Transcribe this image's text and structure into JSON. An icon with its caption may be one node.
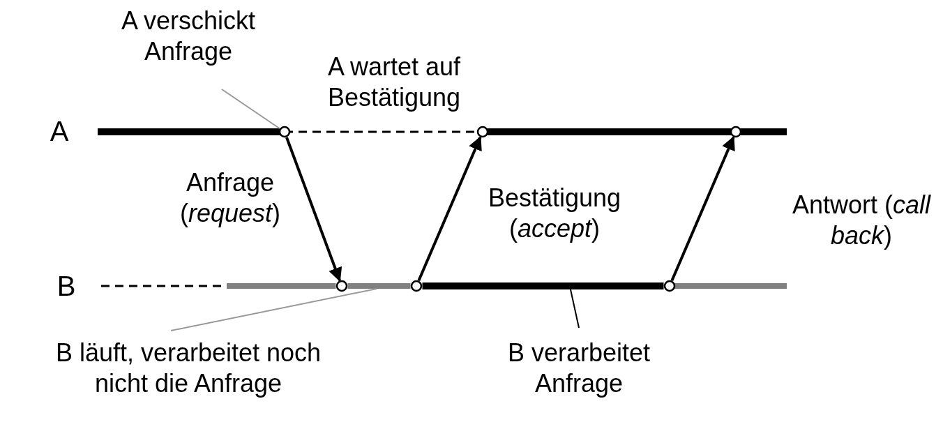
{
  "diagram": {
    "nodes": [
      {
        "text": [
          "A verschickt Anfrage"
        ]
      },
      {
        "text": [],
        "shape": "circle"
      },
      {
        "text": [],
        "shape": "circle"
      },
      {
        "text": [],
        "shape": "circle"
      },
      {
        "text": [],
        "shape": "circle"
      },
      {
        "text": [],
        "shape": "circle"
      },
      {
        "text": [],
        "shape": "circle"
      },
      {
        "text": [
          "B läuft, verarbeitet noch nicht die Anfrage"
        ]
      },
      {
        "text": [],
        "shape": "bar"
      },
      {
        "text": [],
        "shape": "bar"
      },
      {
        "text": [
          "B verarbeitet Anfrage"
        ]
      }
    ],
    "edges": [
      {
        "from": 0,
        "to": 1,
        "arrow": "none",
        "color": "#999999"
      },
      {
        "from": 1,
        "to": 2,
        "arrow": "to",
        "label": "Anfrage (*request*)"
      },
      {
        "from": 3,
        "to": 4,
        "arrow": "to",
        "label": "Bestätigung (*accept*)"
      },
      {
        "from": 5,
        "to": 6,
        "arrow": "to",
        "label": "Antwort (*call back*)"
      },
      {
        "from": 7,
        "to": 8,
        "arrow": "none",
        "color": "#999999"
      },
      {
        "from": 10,
        "to": 9,
        "arrow": "none"
      }
    ],
    "labels": [
      "A",
      "A wartet auf Bestätigung",
      "B"
    ]
  }
}
